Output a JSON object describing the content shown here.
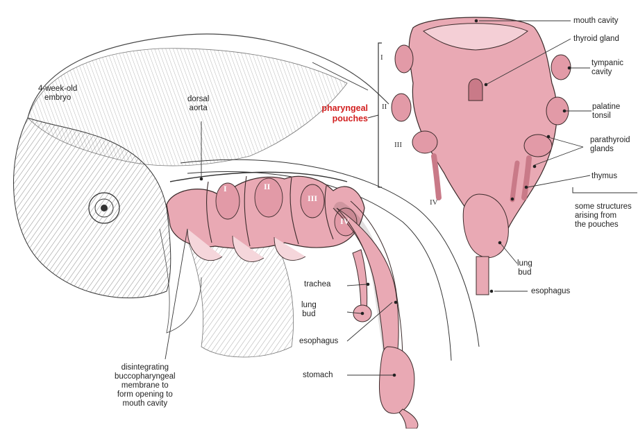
{
  "colors": {
    "tissue": "#e9a9b4",
    "tissue_dark": "#c97a88",
    "outline": "#3a2a2a",
    "leader": "#333333",
    "highlight": "#d21f1f"
  },
  "labels": {
    "embryo": [
      "4-week-old",
      "embryo"
    ],
    "dorsal_aorta": [
      "dorsal",
      "aorta"
    ],
    "pharyngeal_pouches": [
      "pharyngeal",
      "pouches"
    ],
    "disintegrating": [
      "disintegrating",
      "buccopharyngeal",
      "membrane to",
      "form opening to",
      "mouth cavity"
    ],
    "trachea": "trachea",
    "lung_bud_left": [
      "lung",
      "bud"
    ],
    "esophagus_left": "esophagus",
    "stomach": "stomach",
    "mouth_cavity": "mouth cavity",
    "thyroid_gland": "thyroid gland",
    "tympanic_cavity": [
      "tympanic",
      "cavity"
    ],
    "palatine_tonsil": [
      "palatine",
      "tonsil"
    ],
    "parathyroid_glands": [
      "parathyroid",
      "glands"
    ],
    "thymus": "thymus",
    "some_structures": [
      "some structures",
      "arising from",
      "the pouches"
    ],
    "lung_bud_right": [
      "lung",
      "bud"
    ],
    "esophagus_right": "esophagus"
  },
  "pouch_numerals": {
    "side": [
      "I",
      "II",
      "III",
      "IV"
    ],
    "embryo": [
      "I",
      "II",
      "III",
      "IV"
    ]
  }
}
